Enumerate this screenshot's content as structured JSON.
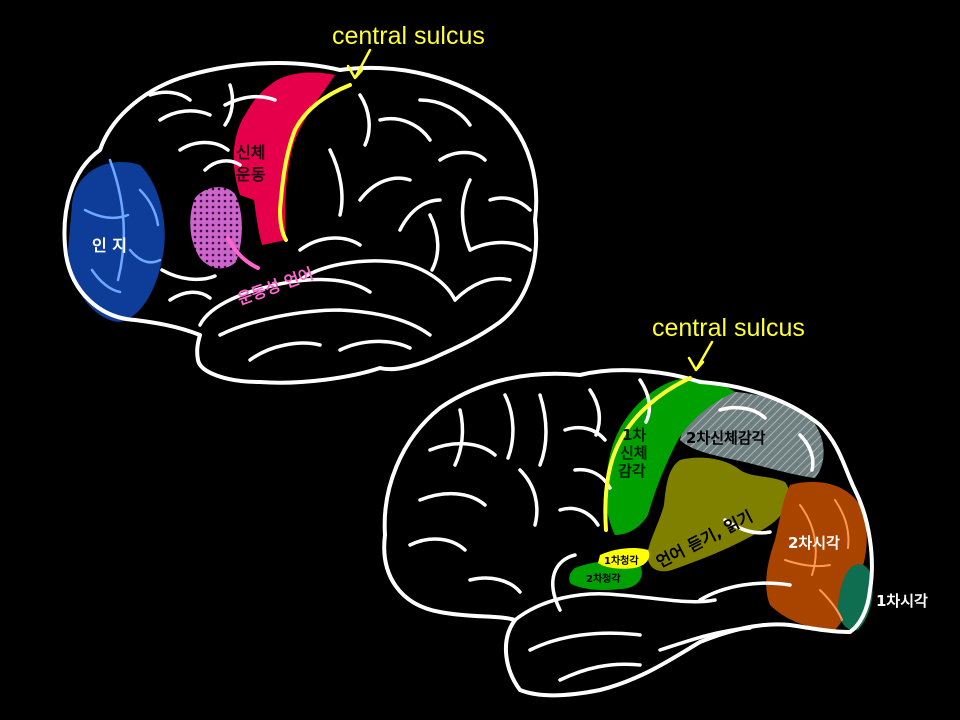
{
  "colors": {
    "background": "#000000",
    "outline": "#ffffff",
    "central_sulcus": "#ffff33",
    "cognition": "#0d3d99",
    "motor_speech": "#cc66cc",
    "body_motor": "#e6004c",
    "primary_somatosensory": "#00a000",
    "secondary_somatosensory": "#6f7f80",
    "language": "#808000",
    "secondary_visual": "#a84300",
    "primary_visual": "#0f6e50",
    "primary_auditory": "#ffff00",
    "secondary_auditory": "#00a000"
  },
  "top_brain": {
    "central_sulcus_label": "central sulcus",
    "cognition_label": "인 지",
    "body_motor_label_line1": "신체",
    "body_motor_label_line2": "운동",
    "motor_speech_label": "운동성 언어"
  },
  "bottom_brain": {
    "central_sulcus_label": "central sulcus",
    "primary_somatosensory_line1": "1차",
    "primary_somatosensory_line2": "신체",
    "primary_somatosensory_line3": "감각",
    "secondary_somatosensory_label": "2차신체감각",
    "language_label": "언어 듣기, 읽기",
    "primary_auditory_label": "1차청각",
    "secondary_auditory_label": "2차청각",
    "secondary_visual_label": "2차시각",
    "primary_visual_label": "1차시각"
  }
}
